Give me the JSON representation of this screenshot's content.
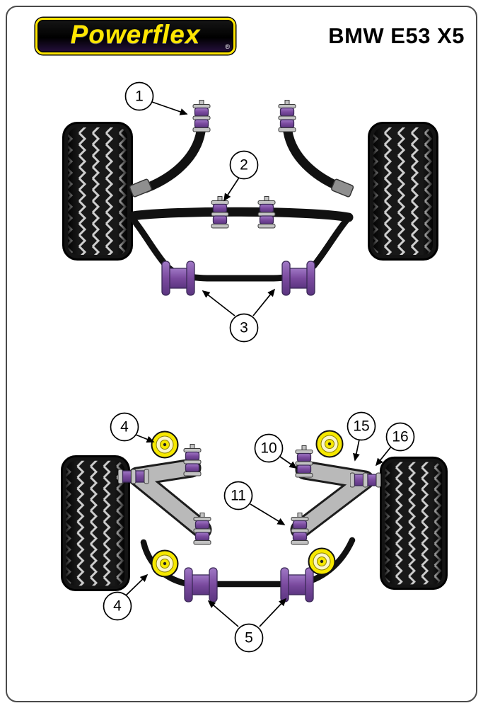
{
  "header": {
    "logo_text": "Powerflex",
    "registered_mark": "®",
    "title": "BMW E53 X5"
  },
  "colors": {
    "accent_purple": "#7a4a9e",
    "accent_purple_light": "#a078c6",
    "accent_purple_dark": "#5b3580",
    "bush_yellow": "#f6e800",
    "logo_yellow": "#ffe600",
    "arm_gray": "#b9b9b9",
    "line_black": "#111111"
  },
  "front_diagram": {
    "callouts": [
      {
        "id": "1",
        "label": "1"
      },
      {
        "id": "2",
        "label": "2"
      },
      {
        "id": "3",
        "label": "3"
      }
    ]
  },
  "rear_diagram": {
    "callouts": [
      {
        "id": "4-top",
        "label": "4"
      },
      {
        "id": "10",
        "label": "10"
      },
      {
        "id": "15",
        "label": "15"
      },
      {
        "id": "16",
        "label": "16"
      },
      {
        "id": "11",
        "label": "11"
      },
      {
        "id": "4-bottom",
        "label": "4"
      },
      {
        "id": "5",
        "label": "5"
      }
    ]
  }
}
